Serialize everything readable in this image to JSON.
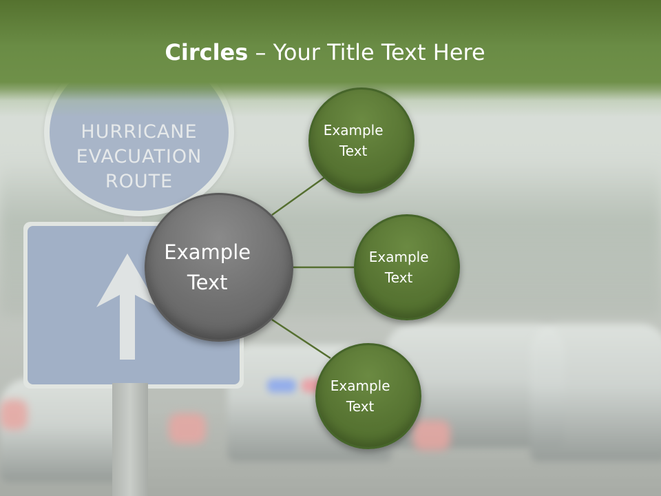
{
  "title": {
    "bold": "Circles",
    "rest": " – Your Title Text Here"
  },
  "background_photo": {
    "sign_lines": [
      "HURRICANE",
      "EVACUATION",
      "ROUTE"
    ]
  },
  "diagram": {
    "center": {
      "line1": "Example",
      "line2": "Text"
    },
    "nodes": [
      {
        "line1": "Example",
        "line2": "Text"
      },
      {
        "line1": "Example",
        "line2": "Text"
      },
      {
        "line1": "Example",
        "line2": "Text"
      }
    ]
  },
  "colors": {
    "title_band": "#6a8c45",
    "node_fill": "#587533",
    "center_fill": "#6f6f6f",
    "connector": "#556f30",
    "text": "#ffffff"
  }
}
